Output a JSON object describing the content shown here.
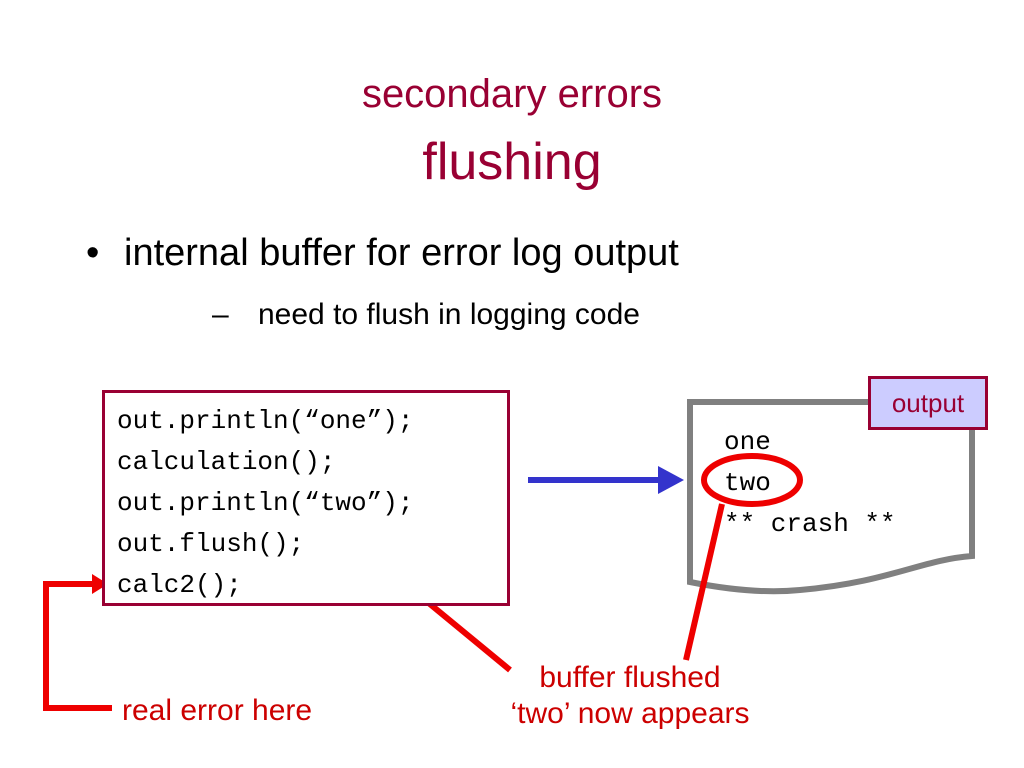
{
  "title": {
    "line1": "secondary errors",
    "line2": "flushing"
  },
  "bullets": [
    {
      "text": "internal buffer for error log output",
      "marker": "•"
    }
  ],
  "subbullets": [
    {
      "text": "need to flush in logging code",
      "marker": "–"
    }
  ],
  "code": {
    "lines": [
      "out.println(“one”);",
      "calculation();",
      "out.println(“two”);",
      "out.flush();",
      "calc2();"
    ]
  },
  "output": {
    "label": "output",
    "lines": [
      "one",
      "two",
      "** crash **"
    ]
  },
  "annotations": {
    "real_error": "real error here",
    "buffer_flushed_line1": "buffer flushed",
    "buffer_flushed_line2": "‘two’ now appears"
  },
  "colors": {
    "title": "#990033",
    "annotation": "#cc0000",
    "arrow": "#3333cc",
    "output_badge_bg": "#ccccff",
    "paper_border": "#808080"
  }
}
